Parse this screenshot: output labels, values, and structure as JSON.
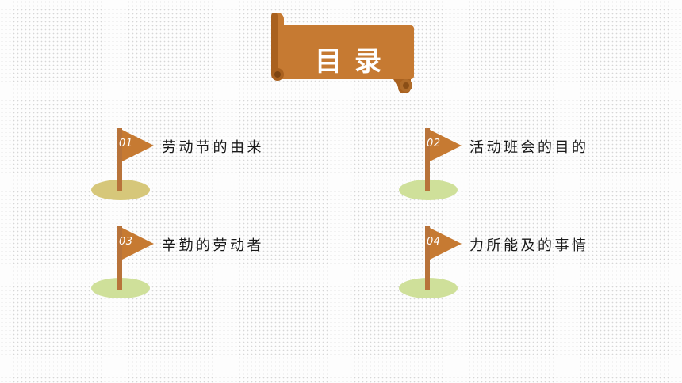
{
  "title": "目录",
  "colors": {
    "banner": "#c07a30",
    "banner_dark": "#9a5a1c",
    "flag": "#c67a32",
    "pole": "#b8733a",
    "ground_1": "#d6c77a",
    "ground_other": "#cfe09a"
  },
  "items": [
    {
      "num": "01",
      "label": "劳动节的由来"
    },
    {
      "num": "02",
      "label": "活动班会的目的"
    },
    {
      "num": "03",
      "label": "辛勤的劳动者"
    },
    {
      "num": "04",
      "label": "力所能及的事情"
    }
  ]
}
